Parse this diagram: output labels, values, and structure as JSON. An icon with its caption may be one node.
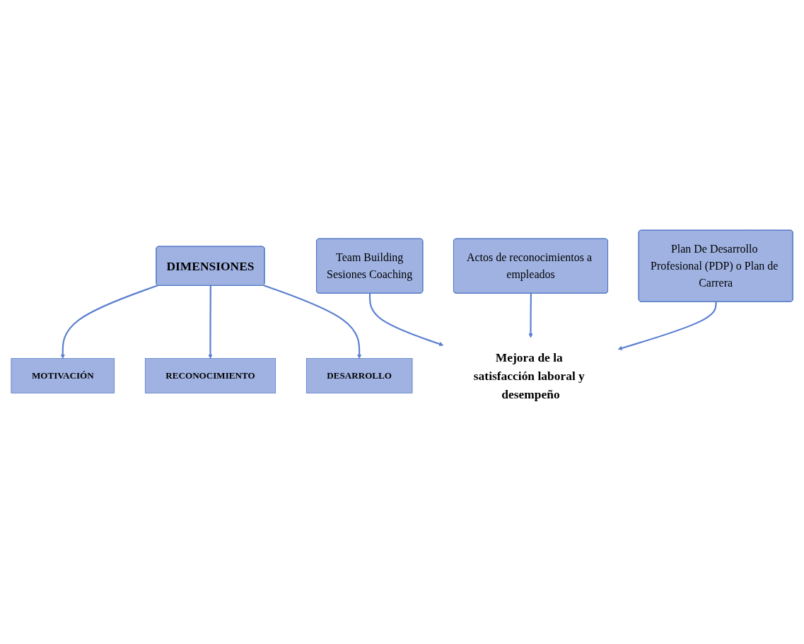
{
  "diagram": {
    "nodes": [
      {
        "text": [
          "DIMENSIONES"
        ]
      },
      {
        "text": [
          "MOTIVACIÓN"
        ]
      },
      {
        "text": [
          "RECONOCIMIENTO"
        ]
      },
      {
        "text": [
          "DESARROLLO"
        ]
      },
      {
        "text": [
          "Team Building",
          "Sesiones Coaching"
        ]
      },
      {
        "text": [
          "Actos de reconocimientos a empleados"
        ]
      },
      {
        "text": [
          "Plan De Desarrollo Profesional (PDP) o Plan de Carrera"
        ]
      },
      {
        "text": [
          "Mejora de la satisfacción laboral y desempeño"
        ]
      }
    ],
    "edges": [
      {
        "from": 0,
        "to": 1,
        "arrow": "to"
      },
      {
        "from": 0,
        "to": 2,
        "arrow": "to"
      },
      {
        "from": 0,
        "to": 3,
        "arrow": "to"
      },
      {
        "from": 4,
        "to": 7,
        "arrow": "to"
      },
      {
        "from": 5,
        "to": 7,
        "arrow": "to"
      },
      {
        "from": 6,
        "to": 7,
        "arrow": "to"
      }
    ]
  }
}
